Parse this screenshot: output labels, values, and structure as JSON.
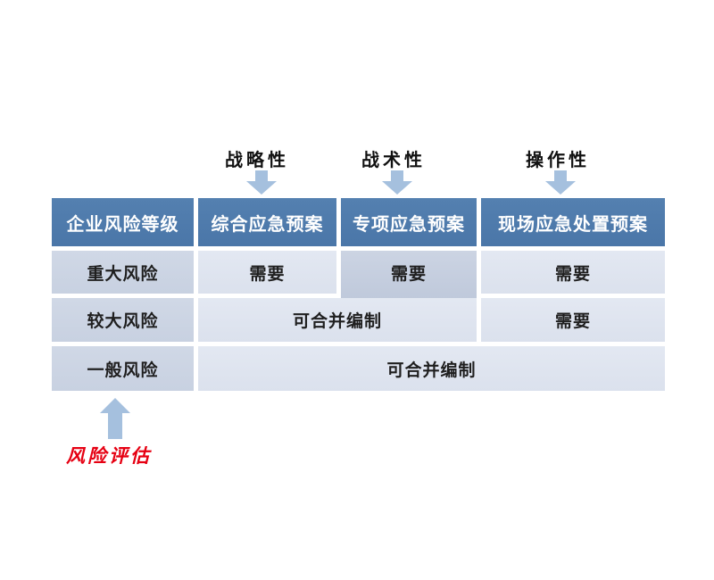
{
  "top_labels": [
    {
      "label": "战略性"
    },
    {
      "label": "战术性"
    },
    {
      "label": "操作性"
    }
  ],
  "table": {
    "headers": [
      "企业风险等级",
      "综合应急预案",
      "专项应急预案",
      "现场应急处置预案"
    ],
    "rows": [
      {
        "level": "重大风险",
        "cells": [
          "需要",
          "需要",
          "需要"
        ]
      },
      {
        "level": "较大风险",
        "cells": [
          "可合并编制",
          "需要"
        ]
      },
      {
        "level": "一般风险",
        "cells": [
          "可合并编制"
        ]
      }
    ]
  },
  "bottom": {
    "label": "风险评估"
  },
  "colors": {
    "header_bg": "#4a76a8",
    "level_cell_bg": "#c8d1e1",
    "cell_bg": "#dbe1ed",
    "highlight_cell_bg": "#bfc9db",
    "arrow": "#a5c0de",
    "header_text": "#ffffff",
    "body_text": "#1f1f1f",
    "accent_red": "#e60012"
  }
}
